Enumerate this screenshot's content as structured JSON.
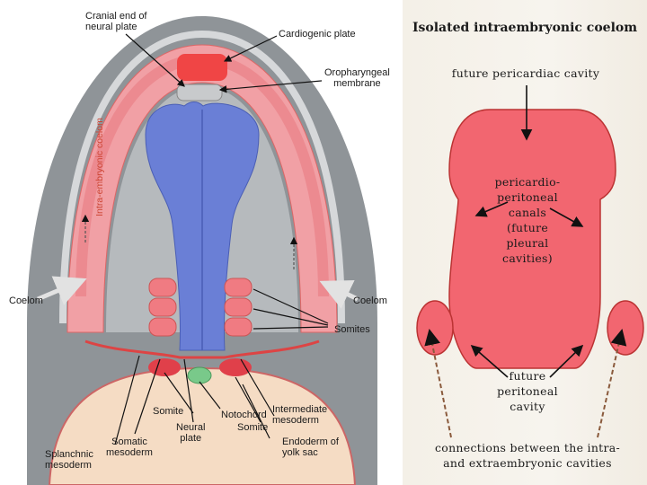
{
  "left_figure": {
    "labels": {
      "cranial_end": "Cranial end of\nneural plate",
      "cardiogenic_plate": "Cardiogenic plate",
      "oropharyngeal": "Oropharyngeal\nmembrane",
      "intra_coelom": "Intra-embryonic coelom",
      "coelom_left": "Coelom",
      "coelom_right": "Coelom",
      "somites": "Somites",
      "somite_left": "Somite",
      "notochord": "Notochord",
      "neural_plate": "Neural\nplate",
      "intermediate_mesoderm": "Intermediate\nmesoderm",
      "somite_bottom": "Somite",
      "somatic_mesoderm": "Somatic\nmesoderm",
      "endoderm": "Endoderm of\nyolk sac",
      "splanchnic": "Splanchnic\nmesoderm"
    }
  },
  "right_figure": {
    "title": "Isolated intraembryonic coelom",
    "future_pericardiac": "future pericardiac cavity",
    "pericardio_canals": "pericardio-\nperitoneal\ncanals\n(future\npleural\ncavities)",
    "future_peritoneal": "future\nperitoneal\ncavity",
    "connections": "connections between the intra-\nand extraembryonic cavities"
  },
  "colors": {
    "coelom_fill": "#f26670",
    "neural_plate_blue": "#6a7fd6",
    "cardiogenic_red": "#f04545",
    "ectoderm_gray": "#9ea3a7",
    "mesoderm_pink": "#f1a0a5",
    "notochord_green": "#79c98a",
    "yolk_endoderm": "#f5dcc4",
    "arrow_brown": "#8a5a3c"
  }
}
